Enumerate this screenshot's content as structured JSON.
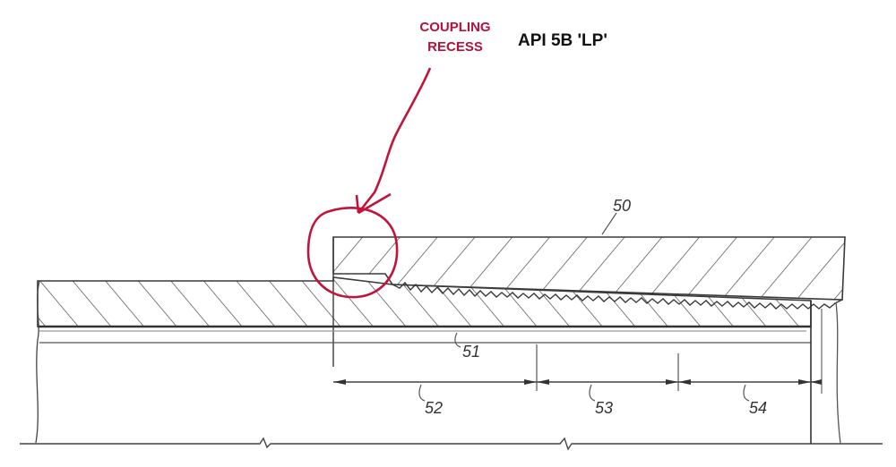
{
  "annotation": {
    "callout_line1": "COUPLING",
    "callout_line2": "RECESS",
    "callout_color": "#b3123a",
    "standard": "API 5B 'LP'"
  },
  "drawing": {
    "line_color": "#3a3a3a",
    "reference_numerals": {
      "coupling": "50",
      "pipe": "51",
      "segment_1": "52",
      "segment_2": "53",
      "segment_3": "54"
    }
  }
}
